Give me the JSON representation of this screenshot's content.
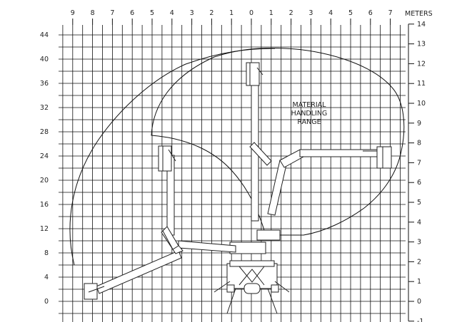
{
  "chart_data": {
    "type": "diagram",
    "units_right_label": "METERS",
    "feet_ticks": [
      0,
      4,
      8,
      12,
      16,
      20,
      24,
      28,
      32,
      36,
      40,
      44
    ],
    "meter_ticks_right": [
      -1,
      0,
      1,
      2,
      3,
      4,
      5,
      6,
      7,
      8,
      9,
      10,
      11,
      12,
      13,
      14
    ],
    "meter_ticks_top": [
      "9",
      "8",
      "7",
      "6",
      "5",
      "4",
      "3",
      "2",
      "1",
      "0",
      "1",
      "2",
      "3",
      "4",
      "5",
      "6",
      "7"
    ],
    "annotation": [
      "MATERIAL",
      "HANDLING",
      "RANGE"
    ]
  }
}
